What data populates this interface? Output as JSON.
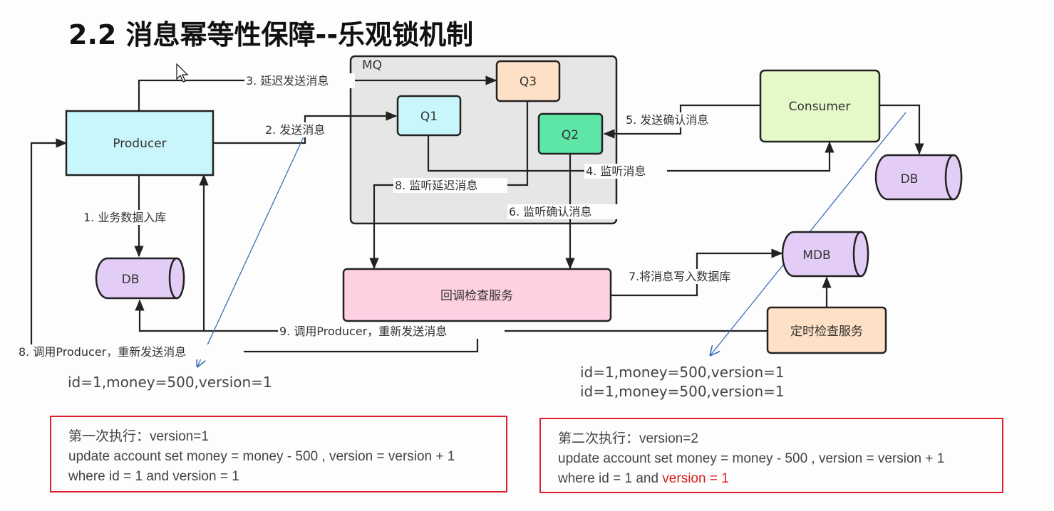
{
  "title": "2.2 消息幂等性保障--乐观锁机制",
  "colors": {
    "producer": "#c9f6fa",
    "consumer": "#e5f8c8",
    "q1": "#c9f6fa",
    "q2": "#5de6a6",
    "q3": "#fde0c5",
    "mq_group": "#e6e6e6",
    "db": "#e3ccf6",
    "callback_service": "#fdd0e2",
    "timer_service": "#fde0c5",
    "highlight_red": "#d91e1e",
    "box_border_red": "#e0202a",
    "annotation_line": "#3a6fb5"
  },
  "nodes": {
    "producer": "Producer",
    "consumer": "Consumer",
    "mq": "MQ",
    "q1": "Q1",
    "q2": "Q2",
    "q3": "Q3",
    "db_left": "DB",
    "db_right": "DB",
    "mdb": "MDB",
    "callback_service": "回调检查服务",
    "timer_service": "定时检查服务"
  },
  "edges": {
    "e1": "1. 业务数据入库",
    "e2": "2. 发送消息",
    "e3": "3. 延迟发送消息",
    "e4": "4. 监听消息",
    "e5": "5. 发送确认消息",
    "e6": "6. 监听确认消息",
    "e7": "7.将消息写入数据库",
    "e8a": "8. 监听延迟消息",
    "e8b": "8. 调用Producer，重新发送消息",
    "e9": "9. 调用Producer，重新发送消息"
  },
  "records": {
    "left": "id=1,money=500,version=1",
    "right_1": "id=1,money=500,version=1",
    "right_2": "id=1,money=500,version=1"
  },
  "executions": [
    {
      "heading": "第一次执行：version=1",
      "line1": "update account set money = money - 500 , version = version + 1",
      "line2_prefix": "where id = 1 and ",
      "line2_suffix": "version = 1",
      "suffix_highlighted": false
    },
    {
      "heading": "第二次执行：version=2",
      "line1": "update account set money = money - 500 , version = version + 1",
      "line2_prefix": "where id = 1 and ",
      "line2_suffix": "version = 1",
      "suffix_highlighted": true
    }
  ]
}
